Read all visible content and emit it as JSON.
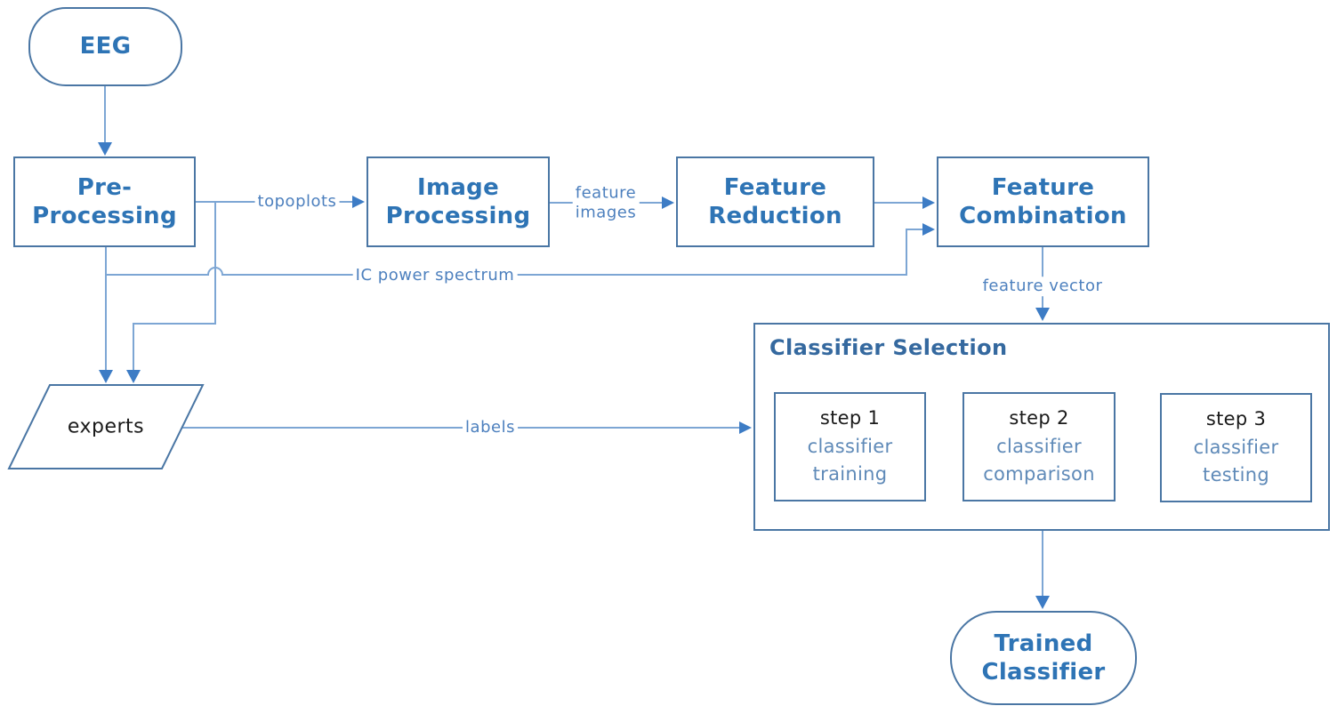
{
  "colors": {
    "border": "#4a76a4",
    "heading": "#2e74b5",
    "section_title": "#35699f",
    "step_num": "#1a1a1a",
    "step_label": "#5f8ab8",
    "edge_label": "#4d80be",
    "line": "#7da6d4",
    "arrowhead": "#3d7cc5",
    "experts_text": "#1a1a1a",
    "background": "#ffffff"
  },
  "nodes": {
    "eeg": {
      "label": "EEG",
      "shape": "stadium"
    },
    "pre_processing": {
      "label": "Pre-\nProcessing",
      "shape": "rectangle"
    },
    "image_processing": {
      "label": "Image\nProcessing",
      "shape": "rectangle"
    },
    "feature_reduction": {
      "label": "Feature\nReduction",
      "shape": "rectangle"
    },
    "feature_combination": {
      "label": "Feature\nCombination",
      "shape": "rectangle"
    },
    "experts": {
      "label": "experts",
      "shape": "parallelogram"
    },
    "trained_classifier": {
      "label": "Trained\nClassifier",
      "shape": "stadium"
    }
  },
  "classifier_selection": {
    "title": "Classifier Selection",
    "steps": [
      {
        "num": "step 1",
        "label": "classifier\ntraining"
      },
      {
        "num": "step 2",
        "label": "classifier\ncomparison"
      },
      {
        "num": "step 3",
        "label": "classifier\ntesting"
      }
    ]
  },
  "edge_labels": {
    "topoplots": "topoplots",
    "feature_images": "feature\nimages",
    "ic_power_spectrum": "IC power spectrum",
    "feature_vector": "feature vector",
    "labels": "labels"
  }
}
